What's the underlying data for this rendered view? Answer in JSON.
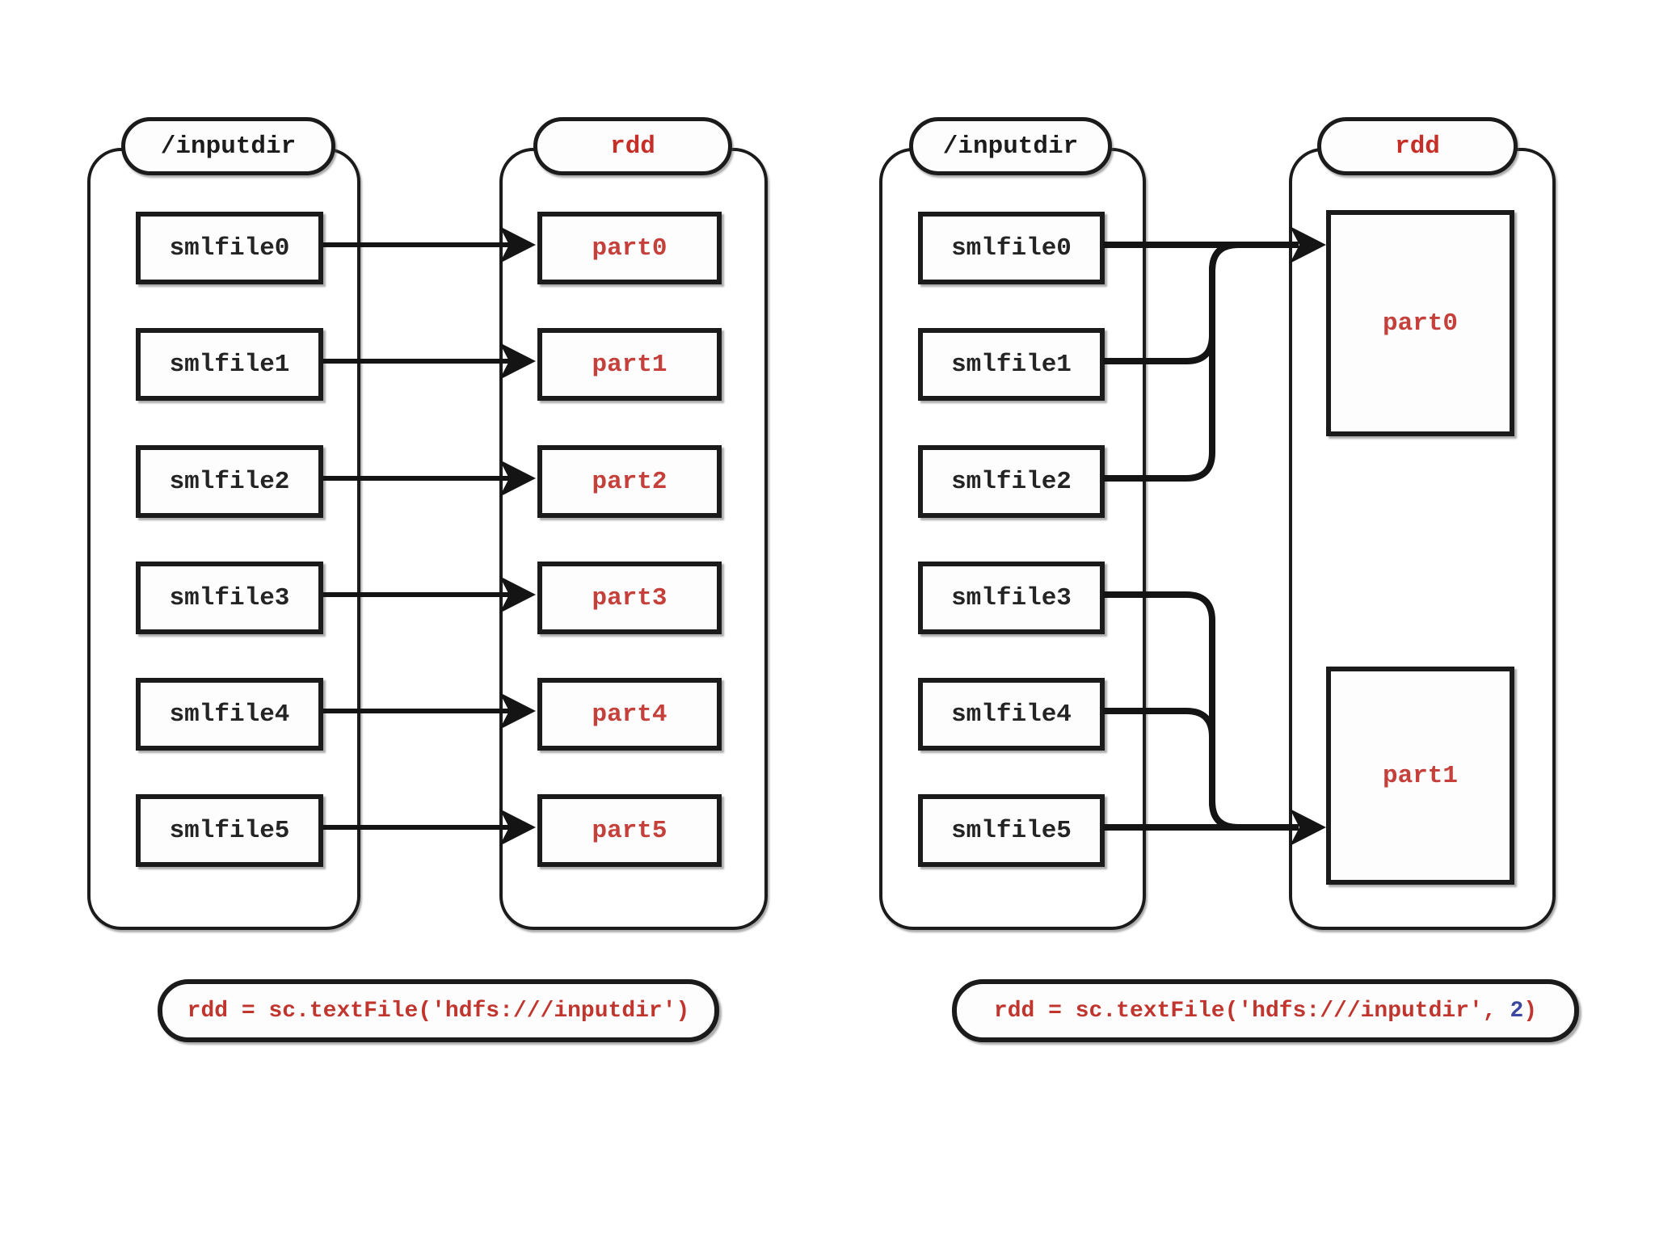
{
  "colors": {
    "background": "#ffffff",
    "line_black": "#141414",
    "label_red": "#c5403a",
    "number_blue": "#39489e",
    "box_fill": "#fdfdfd"
  },
  "left": {
    "directory": {
      "title": "/inputdir",
      "files": [
        "smlfile0",
        "smlfile1",
        "smlfile2",
        "smlfile3",
        "smlfile4",
        "smlfile5"
      ]
    },
    "rdd": {
      "title": "rdd",
      "partitions": [
        {
          "label": "part0",
          "sources": [
            "smlfile0"
          ]
        },
        {
          "label": "part1",
          "sources": [
            "smlfile1"
          ]
        },
        {
          "label": "part2",
          "sources": [
            "smlfile2"
          ]
        },
        {
          "label": "part3",
          "sources": [
            "smlfile3"
          ]
        },
        {
          "label": "part4",
          "sources": [
            "smlfile4"
          ]
        },
        {
          "label": "part5",
          "sources": [
            "smlfile5"
          ]
        }
      ]
    },
    "caption": {
      "code": "rdd = sc.textFile('hdfs:///inputdir')"
    }
  },
  "right": {
    "directory": {
      "title": "/inputdir",
      "files": [
        "smlfile0",
        "smlfile1",
        "smlfile2",
        "smlfile3",
        "smlfile4",
        "smlfile5"
      ]
    },
    "rdd": {
      "title": "rdd",
      "partitions": [
        {
          "label": "part0",
          "sources": [
            "smlfile0",
            "smlfile1",
            "smlfile2"
          ]
        },
        {
          "label": "part1",
          "sources": [
            "smlfile3",
            "smlfile4",
            "smlfile5"
          ]
        }
      ]
    },
    "caption": {
      "code_prefix": "rdd = sc.textFile('hdfs:///inputdir', ",
      "partition_count": "2",
      "code_suffix": ")"
    }
  }
}
